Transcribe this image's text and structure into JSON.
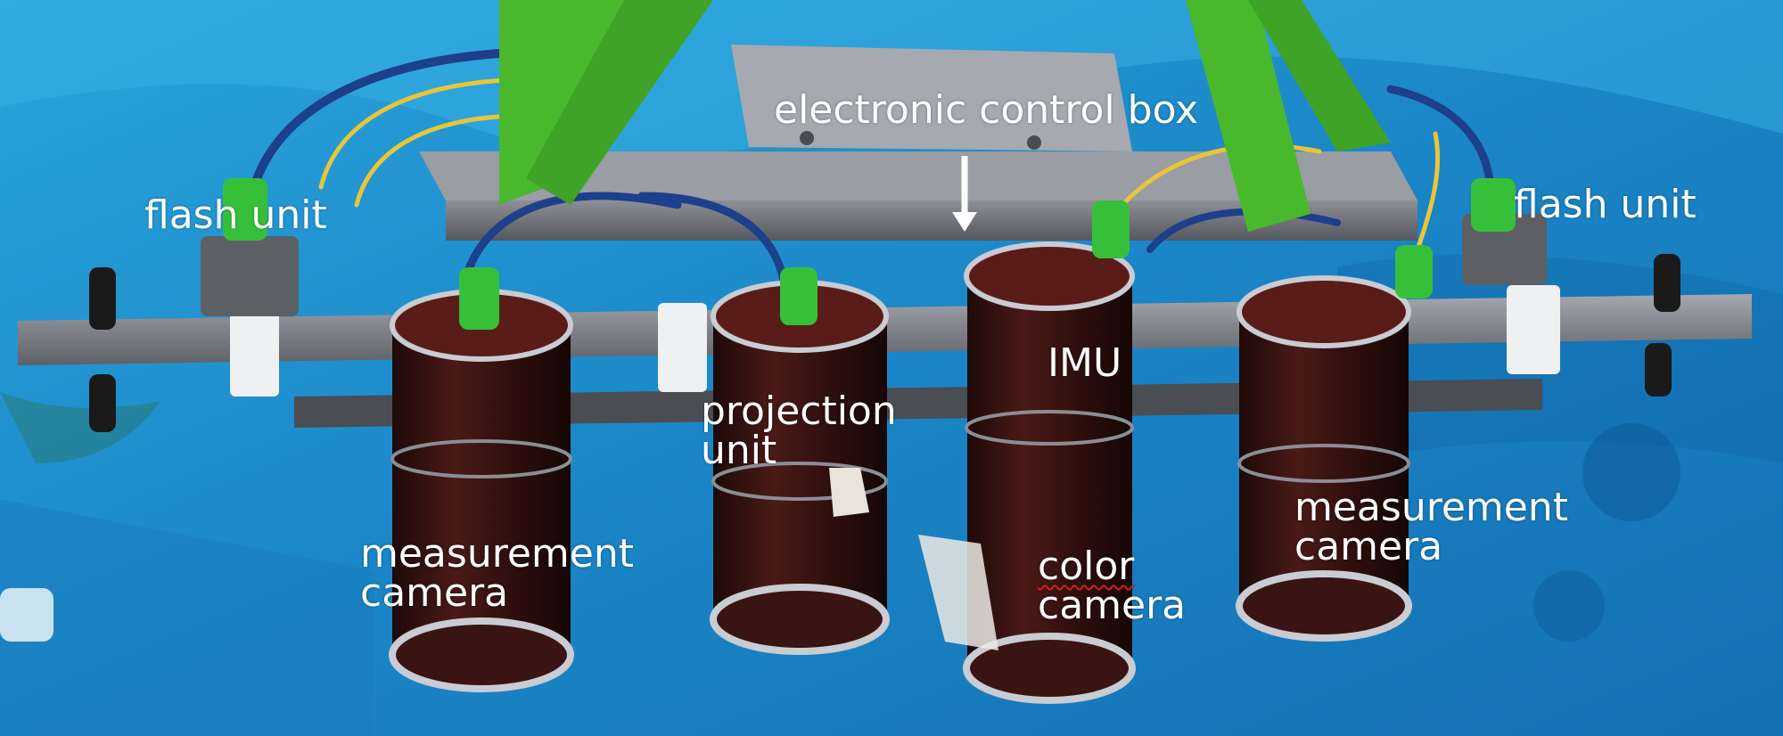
{
  "labels": {
    "electronic_control_box": "electronic control box",
    "flash_unit_left": "flash unit",
    "flash_unit_right": "flash unit",
    "imu": "IMU",
    "projection_unit": [
      "projection",
      "unit"
    ],
    "measurement_camera_left": [
      "measurement",
      "camera"
    ],
    "measurement_camera_right": [
      "measurement",
      "camera"
    ],
    "color_camera": [
      "color",
      "camera"
    ]
  },
  "colors": {
    "water": "#1f8fd0",
    "water_dark": "#0f5f9e",
    "housing": "#3a1412",
    "housing_cap": "#5a1c18",
    "rim": "#c9ccd2",
    "frame": "#8c8f96",
    "green_strap": "#49b82d",
    "cable_yellow": "#e8c53a",
    "cable_blue": "#1d3f8c",
    "connector_green": "#36c03a"
  }
}
